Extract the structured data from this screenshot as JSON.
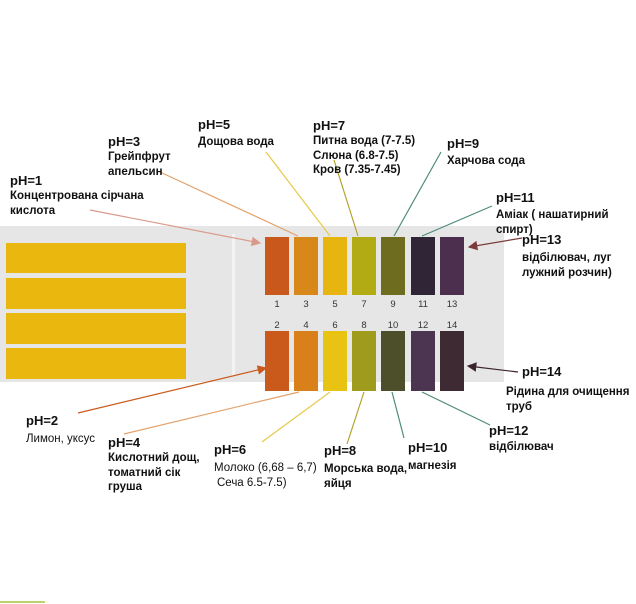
{
  "colors": {
    "card": "#e7e6e6",
    "strip": "#eab70e",
    "pad": [
      "#c9581c",
      "#d88719",
      "#e6b510",
      "#b3ab14",
      "#6d6c1f",
      "#2f2537",
      "#4c2e4e"
    ],
    "pad_even": [
      "#c95a1b",
      "#d9801a",
      "#e8c312",
      "#9f9b1c",
      "#4c4f2a",
      "#4b3550",
      "#3d2a33"
    ],
    "arrow_pink": "#d99a8a",
    "arrow_orange": "#e2a26b",
    "arrow_yellow": "#e7c94a",
    "arrow_olive": "#b5a22a",
    "arrow_teal": "#4e8a7d",
    "arrow_brown": "#7b3b3b",
    "arrow_dark": "#3b2430"
  },
  "scale_top": [
    "1",
    "3",
    "5",
    "7",
    "9",
    "11",
    "13"
  ],
  "scale_bottom": [
    "2",
    "4",
    "6",
    "8",
    "10",
    "12",
    "14"
  ],
  "labels": {
    "ph1": {
      "ph": "pH=1",
      "desc": [
        "Концентрована сірчана",
        "кислота"
      ]
    },
    "ph3": {
      "ph": "pH=3",
      "desc": [
        "Грейпфрут",
        "апельсин"
      ]
    },
    "ph5": {
      "ph": "pH=5",
      "desc": [
        "Дощова вода"
      ]
    },
    "ph7": {
      "ph": "pH=7",
      "desc": [
        "Питна вода  (7-7.5)",
        "Слюна (6.8-7.5)",
        "Кров  (7.35-7.45)"
      ]
    },
    "ph9": {
      "ph": "pH=9",
      "desc": [
        "Харчова сода"
      ]
    },
    "ph11": {
      "ph": "pH=11",
      "desc": [
        "Аміак ( нашатирний",
        "спирт)"
      ]
    },
    "ph13": {
      "ph": "pH=13",
      "desc": [
        "відбілювач, луг",
        "лужний розчин)"
      ]
    },
    "ph2": {
      "ph": "pH=2",
      "desc": [
        "Лимон, уксус"
      ]
    },
    "ph4": {
      "ph": "pH=4",
      "desc": [
        "Кислотний дощ,",
        "томатний сік",
        "груша"
      ]
    },
    "ph6": {
      "ph": "pH=6",
      "desc": [
        "Молоко (6,68 – 6,7)",
        "Сеча  6.5-7.5)"
      ]
    },
    "ph8": {
      "ph": "pH=8",
      "desc": [
        "Морська вода,",
        "яйця"
      ]
    },
    "ph10": {
      "ph": "pH=10",
      "desc": [
        "магнезія"
      ]
    },
    "ph12": {
      "ph": "pH=12",
      "desc": [
        "відбілювач"
      ]
    },
    "ph14": {
      "ph": "pH=14",
      "desc": [
        "Рідина для очищення",
        "труб"
      ]
    }
  }
}
